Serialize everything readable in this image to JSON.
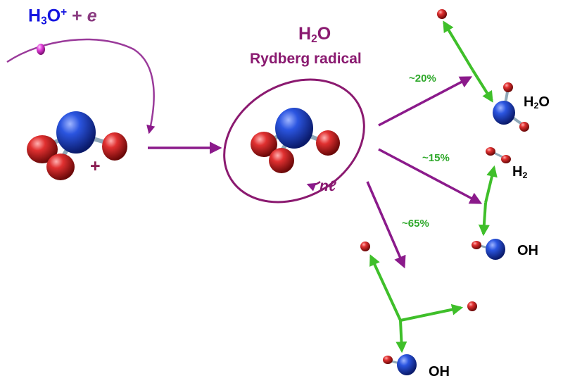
{
  "colors": {
    "hydrogen_blue": "#1a3fc4",
    "oxygen_red": "#c81e1e",
    "purple_arrow": "#8b1a8b",
    "rydberg_text": "#8a1a70",
    "green_arrow": "#3fbf2a",
    "percent_green": "#2ea82a",
    "reactant_blue": "#1515e0",
    "electron_magenta": "#e03ad8"
  },
  "reactant": {
    "h3o_base": "H",
    "h3o_sub": "3",
    "h3o_mid": "O",
    "h3o_sup": "+",
    "plus": " + ",
    "electron": "e",
    "charge": "+"
  },
  "radical": {
    "formula_base": "H",
    "formula_sub": "2",
    "formula_end": "O",
    "name": "Rydberg radical",
    "orbital_n": "n",
    "orbital_l": "ℓ"
  },
  "channels": [
    {
      "percent": "~20%",
      "product_base": "H",
      "product_sub": "2",
      "product_end": "O"
    },
    {
      "percent": "~15%",
      "product1_base": "H",
      "product1_sub": "2",
      "product2": "OH"
    },
    {
      "percent": "~65%",
      "product": "OH"
    }
  ]
}
